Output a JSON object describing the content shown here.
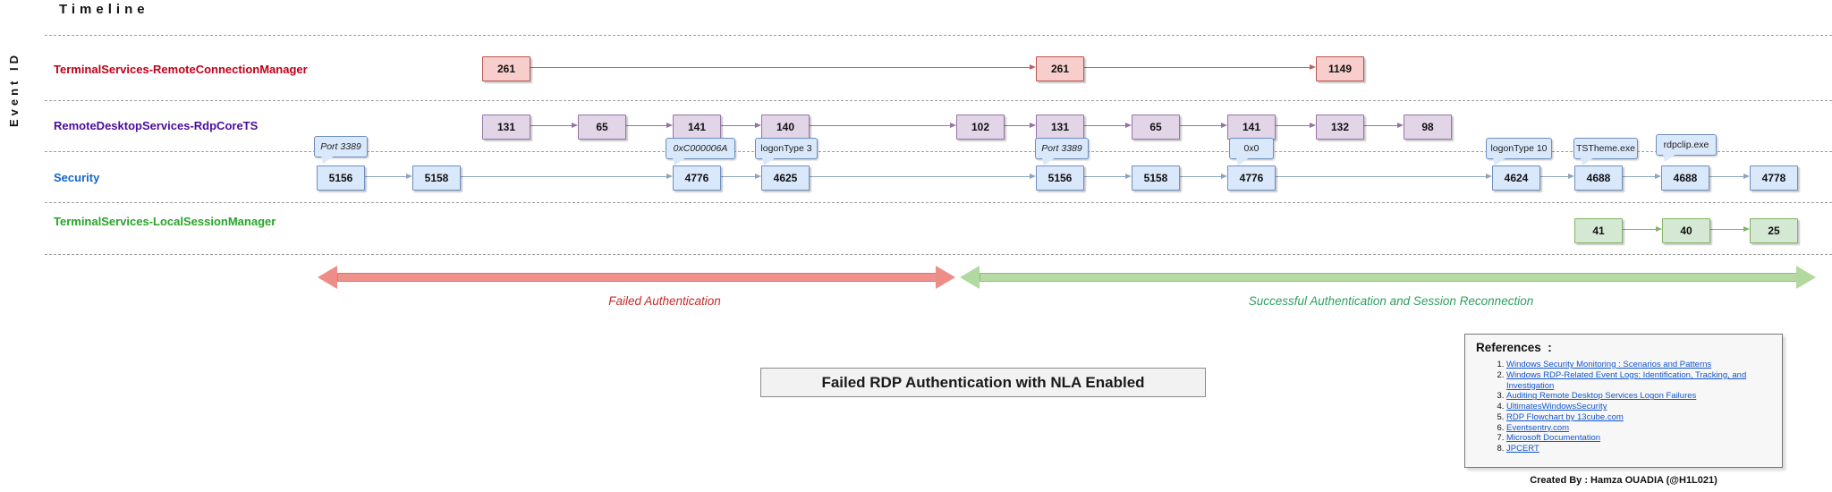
{
  "header": {
    "title": "Timeline",
    "axis_label": "Event ID"
  },
  "rows": [
    {
      "label": "TerminalServices-RemoteConnectionManager",
      "color": "#c00018",
      "boxes": [
        "261",
        "261",
        "1149"
      ]
    },
    {
      "label": "RemoteDesktopServices-RdpCoreTS",
      "color": "#4c0d9d",
      "boxes": [
        "131",
        "65",
        "141",
        "140",
        "102",
        "131",
        "65",
        "141",
        "132",
        "98"
      ]
    },
    {
      "label": "Security",
      "color": "#1565c8",
      "boxes": [
        "5156",
        "5158",
        "4776",
        "4625",
        "5156",
        "5158",
        "4776",
        "4624",
        "4688",
        "4688",
        "4778"
      ]
    },
    {
      "label": "TerminalServices-LocalSessionManager",
      "color": "#28a428",
      "boxes": [
        "41",
        "40",
        "25"
      ]
    }
  ],
  "callouts": [
    "Port 3389",
    "0xC000006A",
    "logonType 3",
    "Port 3389",
    "0x0",
    "logonType 10",
    "TSTheme.exe",
    "rdpclip.exe"
  ],
  "phases": [
    {
      "label": "Failed Authentication",
      "color": "#c62a2a",
      "arrow_color": "#ee8c88"
    },
    {
      "label": "Successful Authentication and Session Reconnection",
      "color": "#2f9e62",
      "arrow_color": "#b2d9a0"
    }
  ],
  "caption": "Failed RDP Authentication with NLA Enabled",
  "references": {
    "heading": "References  :",
    "items": [
      "Windows Security Monitoring : Scenarios and Patterns",
      "Windows RDP-Related Event Logs: Identification, Tracking, and Investigation",
      "Auditing Remote Desktop Services Logon Failures",
      "UltimatesWindowsSecurity",
      "RDP Flowchart by 13cube.com",
      "Eventsentry.com",
      "Microsoft Documentation",
      "JPCERT"
    ]
  },
  "credit": "Created By : Hamza OUADIA (@H1L021)",
  "palette": {
    "row1_box_fill": "#f8cecc",
    "row1_box_stroke": "#b85450",
    "row2_box_fill": "#e1d5e7",
    "row2_box_stroke": "#9673a6",
    "row3_box_fill": "#dae8fc",
    "row3_box_stroke": "#6c8ebf",
    "row4_box_fill": "#d5e8d4",
    "row4_box_stroke": "#82b366",
    "callout_fill": "#dae8fc",
    "callout_stroke": "#6c8ebf"
  }
}
